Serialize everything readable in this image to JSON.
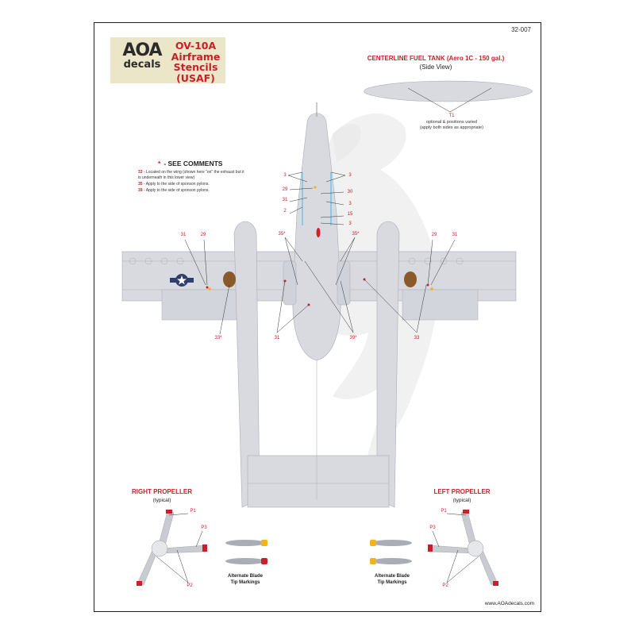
{
  "header": {
    "logo_aoa": "AOA",
    "logo_decals": "decals",
    "title_lines": [
      "OV-10A",
      "Airframe",
      "Stencils",
      "(USAF)"
    ],
    "sheet_number": "32-007"
  },
  "fuel_tank": {
    "title": "CENTERLINE FUEL TANK (Aero 1C - 150 gal.)",
    "subtitle": "(Side View)",
    "callout": "T1",
    "note_line1": "optional & positions varied",
    "note_line2": "(apply both sides as appropriate)"
  },
  "comments": {
    "title": "- SEE COMMENTS",
    "items": [
      {
        "num": "33",
        "text": " - Located on the wing (shown here \"on\" the exhaust but it is underneath in this lower view)"
      },
      {
        "num": "35",
        "text": " - Apply to the side of sponson pylons."
      },
      {
        "num": "39",
        "text": " - Apply to the side of sponson pylons."
      }
    ]
  },
  "callouts": {
    "fuselage_left": [
      "3",
      "29",
      "31",
      "2"
    ],
    "fuselage_right": [
      "3",
      "30",
      "3",
      "15",
      "3"
    ],
    "pylon_left": "35*",
    "pylon_right": "35*",
    "wing_left": [
      "31",
      "29"
    ],
    "wing_right": [
      "29",
      "31"
    ],
    "bottom": [
      "33*",
      "31",
      "39*",
      "33"
    ]
  },
  "propellers": {
    "right_title": "RIGHT PROPELLER",
    "left_title": "LEFT PROPELLER",
    "typical": "(typical)",
    "p1": "P1",
    "p2": "P2",
    "p3": "P3",
    "alt_line1": "Alternate Blade",
    "alt_line2": "Tip Markings"
  },
  "footer": {
    "website": "www.AOAdecals.com"
  },
  "colors": {
    "aircraft_grey": "#d8dae0",
    "panel_line": "#a9adb6",
    "accent_red": "#c8202a",
    "leader_blue": "#5bc0e6",
    "tip_yellow": "#f2b21c",
    "watermark": "#efefef"
  }
}
